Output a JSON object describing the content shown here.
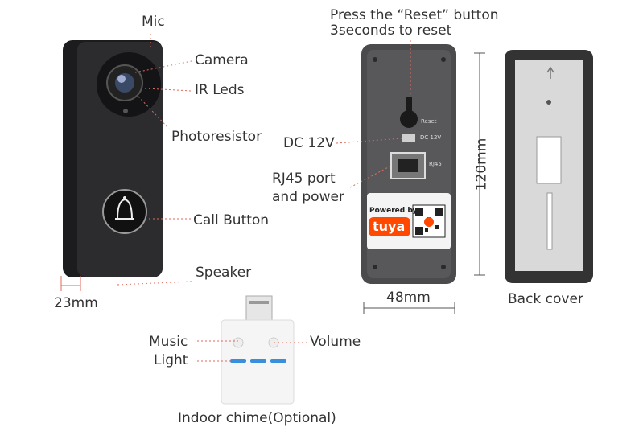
{
  "labels": {
    "mic": "Mic",
    "camera": "Camera",
    "ir_leds": "IR Leds",
    "photoresistor": "Photoresistor",
    "call_button": "Call Button",
    "speaker": "Speaker",
    "depth": "23mm",
    "reset_line1": "Press the “Reset” button",
    "reset_line2": "3seconds to reset",
    "dc": "DC 12V",
    "rj45_line1": "RJ45 port",
    "rj45_line2": "and power",
    "height": "120mm",
    "width": "48mm",
    "back_cover": "Back cover",
    "music": "Music",
    "light": "Light",
    "volume": "Volume",
    "chime": "Indoor chime(Optional)"
  },
  "back_panel": {
    "reset_text": "Reset",
    "dc_text": "DC 12V",
    "rj45_text": "RJ45",
    "powered_by": "Powered by",
    "brand": "tuya"
  },
  "colors": {
    "leader_line": "#e06a5a",
    "device_body": "#2a2a2c",
    "chime_light": "#3a8fdc",
    "tuya_orange": "#ff4800"
  }
}
